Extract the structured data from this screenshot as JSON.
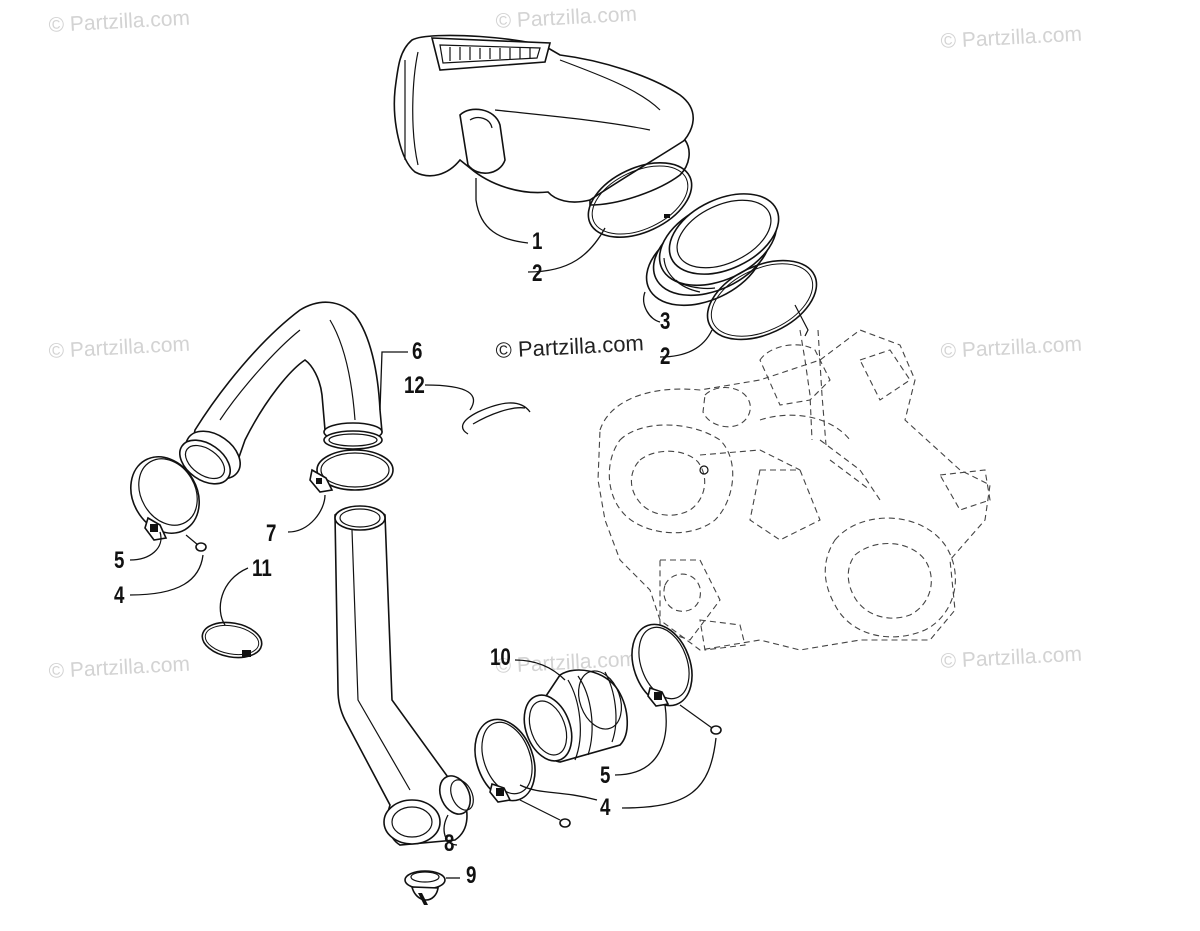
{
  "watermark": {
    "text": "© Partzilla.com",
    "center_text": "© Partzilla.com"
  },
  "callouts": [
    {
      "id": "c1a",
      "label": "1"
    },
    {
      "id": "c2a",
      "label": "2"
    },
    {
      "id": "c3",
      "label": "3"
    },
    {
      "id": "c2b",
      "label": "2"
    },
    {
      "id": "c6",
      "label": "6"
    },
    {
      "id": "c12",
      "label": "12"
    },
    {
      "id": "c7",
      "label": "7"
    },
    {
      "id": "c5a",
      "label": "5"
    },
    {
      "id": "c4a",
      "label": "4"
    },
    {
      "id": "c11",
      "label": "11"
    },
    {
      "id": "c10",
      "label": "10"
    },
    {
      "id": "c5b",
      "label": "5"
    },
    {
      "id": "c4b",
      "label": "4"
    },
    {
      "id": "c8",
      "label": "8"
    },
    {
      "id": "c9",
      "label": "9"
    }
  ],
  "parts": [
    {
      "id": "air-intake-housing",
      "callout": "1"
    },
    {
      "id": "clamp-ring",
      "callout": "2"
    },
    {
      "id": "boot",
      "callout": "3"
    },
    {
      "id": "screw",
      "callout": "4"
    },
    {
      "id": "hose-clamp",
      "callout": "5"
    },
    {
      "id": "cvt-intake-duct",
      "callout": "6"
    },
    {
      "id": "clamp",
      "callout": "7"
    },
    {
      "id": "cvt-duct-tube",
      "callout": "8"
    },
    {
      "id": "drain-valve",
      "callout": "9"
    },
    {
      "id": "coupler",
      "callout": "10"
    },
    {
      "id": "cable-tie",
      "callout": "11"
    },
    {
      "id": "retainer-clip",
      "callout": "12"
    }
  ]
}
